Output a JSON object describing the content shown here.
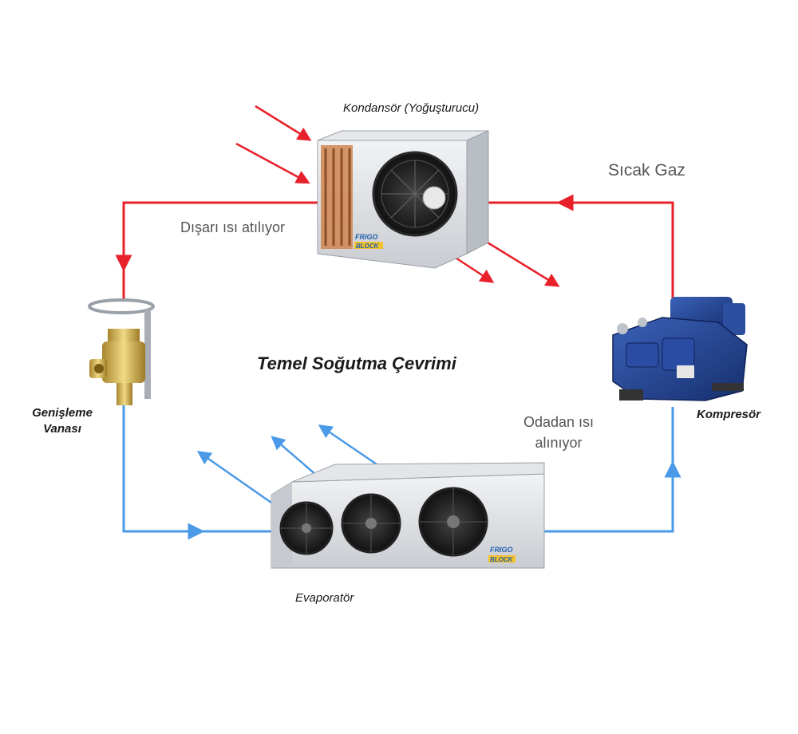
{
  "title": "Temel Soğutma Çevrimi",
  "components": {
    "condenser": "Kondansör (Yoğuşturucu)",
    "compressor": "Kompresör",
    "expansion_valve_line1": "Genişleme",
    "expansion_valve_line2": "Vanası",
    "evaporator": "Evaporatör"
  },
  "annotations": {
    "hot_gas": "Sıcak Gaz",
    "heat_out": "Dışarı ısı atılıyor",
    "heat_in_line1": "Odadan ısı",
    "heat_in_line2": "alınıyor"
  },
  "brand": {
    "top": "FRIGO",
    "bottom": "BLOCK"
  },
  "colors": {
    "hot_line": "#e8202a",
    "cold_line": "#4a9ae8",
    "compressor_blue": "#1f3f8f",
    "brand_blue": "#1f5fb0",
    "brand_yellow": "#f2c12e"
  }
}
